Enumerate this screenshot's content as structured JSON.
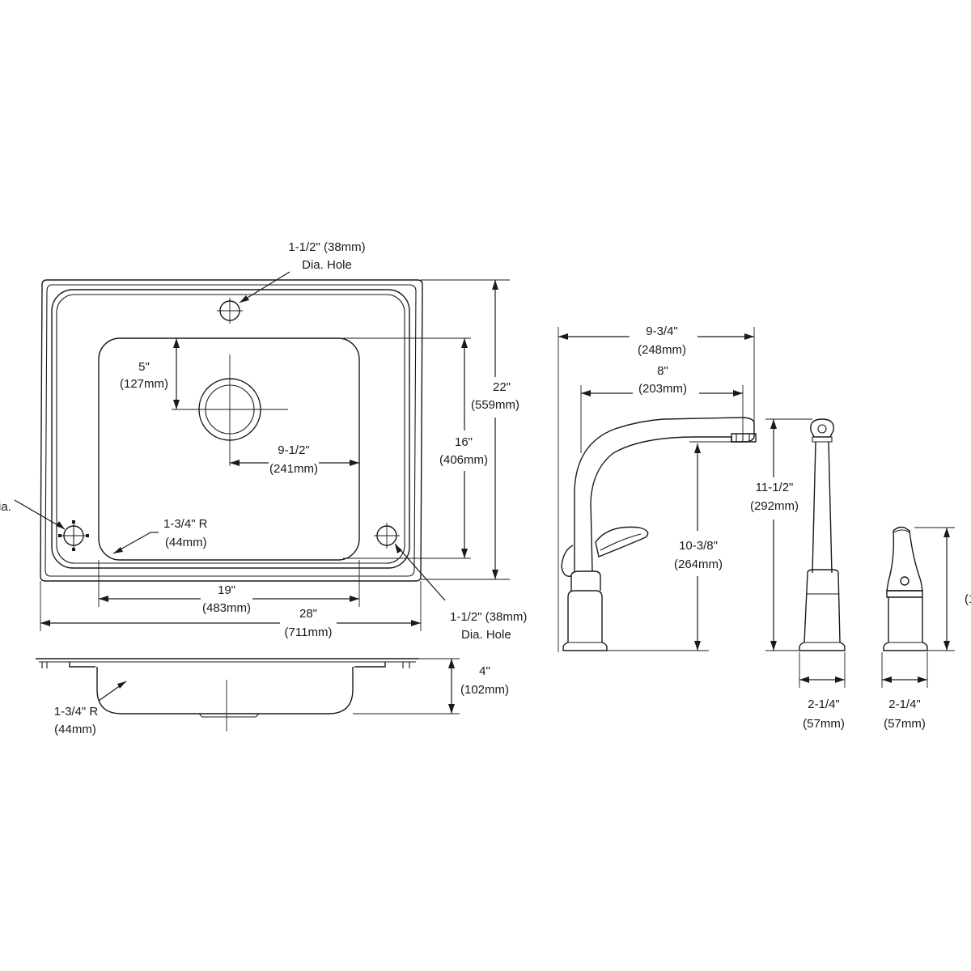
{
  "sink_plan": {
    "dim_length": {
      "imperial": "28\"",
      "metric": "(711mm)"
    },
    "dim_width": {
      "imperial": "22\"",
      "metric": "(559mm)"
    },
    "dim_bowl_length": {
      "imperial": "19\"",
      "metric": "(483mm)"
    },
    "dim_bowl_width": {
      "imperial": "16\"",
      "metric": "(406mm)"
    },
    "dim_drain_offset_y": {
      "imperial": "5\"",
      "metric": "(127mm)"
    },
    "dim_drain_offset_x": {
      "imperial": "9-1/2\"",
      "metric": "(241mm)"
    },
    "dim_corner_radius": {
      "imperial": "1-3/4\" R",
      "metric": "(44mm)"
    },
    "top_hole": {
      "line1": "1-1/2\" (38mm)",
      "line2": "Dia. Hole"
    },
    "right_hole": {
      "line1": "1-1/2\" (38mm)",
      "line2": "Dia. Hole"
    },
    "left_hole_partial": "ia."
  },
  "sink_section": {
    "dim_depth": {
      "imperial": "4\"",
      "metric": "(102mm)"
    },
    "dim_corner_radius": {
      "imperial": "1-3/4\" R",
      "metric": "(44mm)"
    }
  },
  "faucet": {
    "dim_overall_reach": {
      "imperial": "9-3/4\"",
      "metric": "(248mm)"
    },
    "dim_spout_reach": {
      "imperial": "8\"",
      "metric": "(203mm)"
    },
    "dim_spout_height": {
      "imperial": "10-3/8\"",
      "metric": "(264mm)"
    },
    "dim_overall_height": {
      "imperial": "11-1/2\"",
      "metric": "(292mm)"
    },
    "dim_base_diameter": {
      "imperial": "2-1/4\"",
      "metric": "(57mm)"
    }
  },
  "handle": {
    "dim_base_diameter": {
      "imperial": "2-1/4\"",
      "metric": "(57mm)"
    },
    "dim_height_partial": "(1"
  }
}
